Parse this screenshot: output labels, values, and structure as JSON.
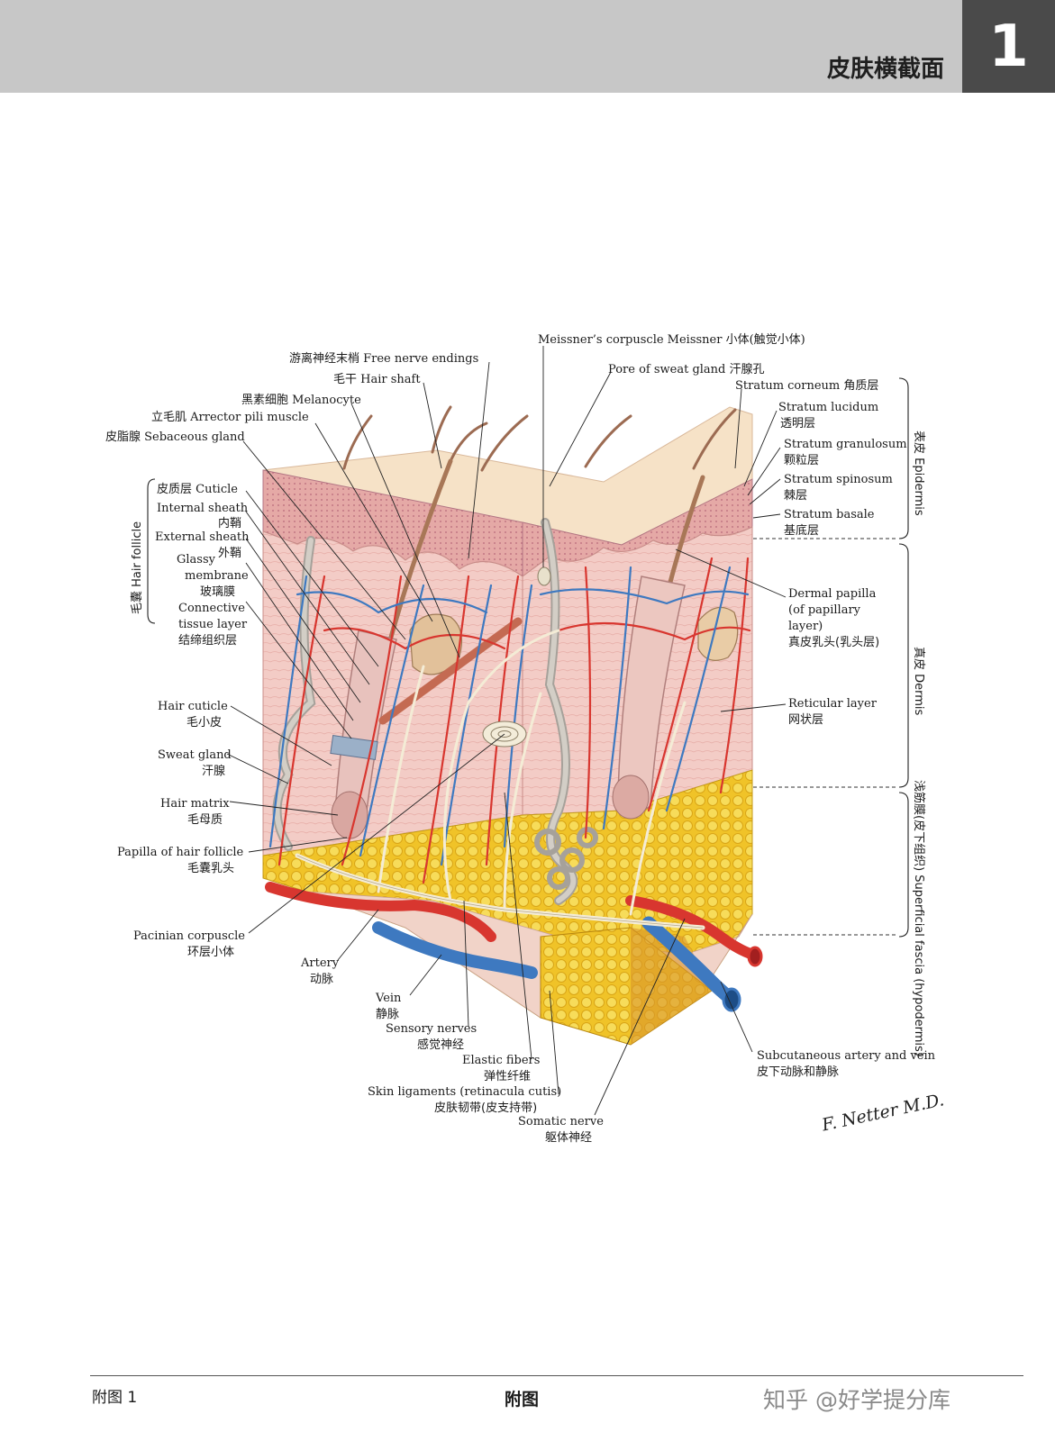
{
  "header": {
    "title": "皮肤横截面",
    "chapter_number": "1"
  },
  "labels": {
    "free_nerve_endings": "游离神经末梢 Free nerve endings",
    "hair_shaft": "毛干 Hair shaft",
    "melanocyte": "黑素细胞 Melanocyte",
    "arrector_pili": "立毛肌 Arrector pili muscle",
    "sebaceous_gland": "皮脂腺 Sebaceous gland",
    "meissner": "Meissner’s corpuscle   Meissner 小体(触觉小体)",
    "pore_sweat": "Pore of sweat gland 汗腺孔",
    "stratum_corneum": "Stratum corneum 角质层",
    "stratum_lucidum_en": "Stratum lucidum",
    "stratum_lucidum_cn": "透明层",
    "stratum_granulosum_en": "Stratum granulosum",
    "stratum_granulosum_cn": "颗粒层",
    "stratum_spinosum_en": "Stratum spinosum",
    "stratum_spinosum_cn": "棘层",
    "stratum_basale_en": "Stratum basale",
    "stratum_basale_cn": "基底层",
    "epidermis": "表皮 Epidermis",
    "dermis": "真皮 Dermis",
    "hypodermis": "浅筋膜(皮下组织) Superficial fascia (hypodermis)",
    "dermal_papilla_1": "Dermal papilla",
    "dermal_papilla_2": "(of papillary",
    "dermal_papilla_3": "layer)",
    "dermal_papilla_cn": "真皮乳头(乳头层)",
    "reticular_en": "Reticular layer",
    "reticular_cn": "网状层",
    "hair_follicle": "毛囊 Hair follicle",
    "cuticle": "皮质层 Cuticle",
    "internal_sheath_en": "Internal sheath",
    "internal_sheath_cn": "内鞘",
    "external_sheath_en": "External sheath",
    "external_sheath_cn": "外鞘",
    "glassy_1": "Glassy",
    "glassy_2": "membrane",
    "glassy_cn": "玻璃膜",
    "connective_1": "Connective",
    "connective_2": "tissue layer",
    "connective_cn": "结缔组织层",
    "hair_cuticle_en": "Hair cuticle",
    "hair_cuticle_cn": "毛小皮",
    "sweat_gland_en": "Sweat gland",
    "sweat_gland_cn": "汗腺",
    "hair_matrix_en": "Hair matrix",
    "hair_matrix_cn": "毛母质",
    "papilla_follicle_en": "Papilla of hair follicle",
    "papilla_follicle_cn": "毛囊乳头",
    "pacinian_en": "Pacinian corpuscle",
    "pacinian_cn": "环层小体",
    "artery_en": "Artery",
    "artery_cn": "动脉",
    "vein_en": "Vein",
    "vein_cn": "静脉",
    "sensory_en": "Sensory nerves",
    "sensory_cn": "感觉神经",
    "elastic_en": "Elastic fibers",
    "elastic_cn": "弹性纤维",
    "ligaments_en": "Skin ligaments (retinacula cutis)",
    "ligaments_cn": "皮肤韧带(皮支持带)",
    "somatic_en": "Somatic nerve",
    "somatic_cn": "躯体神经",
    "subcutaneous_en": "Subcutaneous artery and vein",
    "subcutaneous_cn": "皮下动脉和静脉"
  },
  "signature": "F. Netter M.D.",
  "footer": {
    "left": "附图 1",
    "center": "附图",
    "watermark": "知乎 @好学提分库"
  },
  "colors": {
    "epidermis": "#e9b4ae",
    "dermis": "#f2c9c4",
    "fat": "#f2c52a",
    "artery": "#d8362f",
    "vein": "#3e79c0",
    "nerve": "#f4ecd6"
  }
}
